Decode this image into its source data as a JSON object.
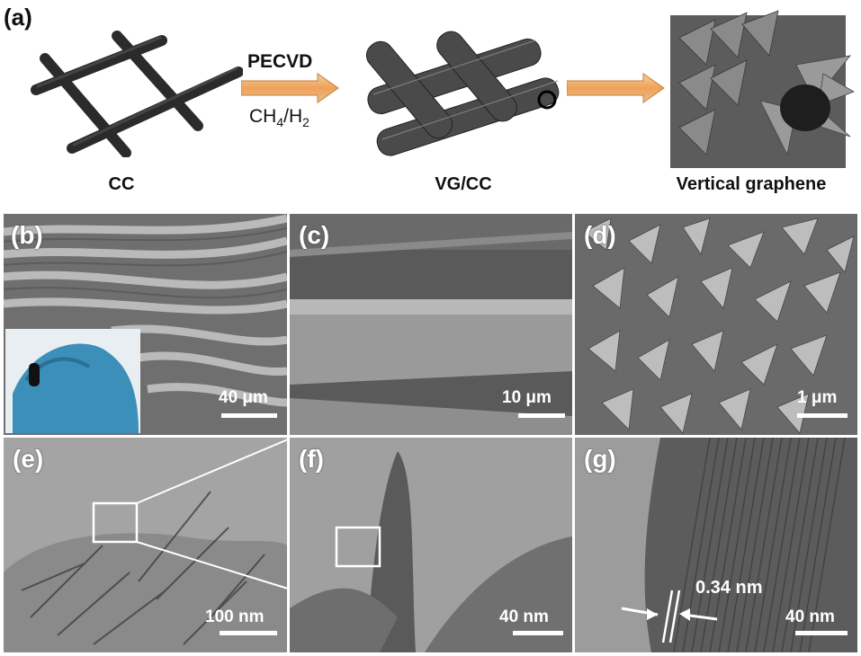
{
  "figure": {
    "panel_a": {
      "label": "(a)",
      "process": "PECVD",
      "gas": "CH",
      "gas_sub1": "4",
      "gas_mid": "/H",
      "gas_sub2": "2",
      "captions": [
        "CC",
        "VG/CC",
        "Vertical graphene"
      ]
    },
    "panels": [
      {
        "label": "(b)",
        "scale": "40 μm"
      },
      {
        "label": "(c)",
        "scale": "10 μm"
      },
      {
        "label": "(d)",
        "scale": "1 μm"
      },
      {
        "label": "(e)",
        "scale": "100 nm"
      },
      {
        "label": "(f)",
        "scale": "40 nm"
      },
      {
        "label": "(g)",
        "scale": "40 nm",
        "lattice": "0.34 nm"
      }
    ]
  },
  "colors": {
    "carbon_fiber": "#3a3a3a",
    "arrow": "#f0a860",
    "sem_bg": "#6e6e6e",
    "tem_bg": "#a8a8a8"
  }
}
